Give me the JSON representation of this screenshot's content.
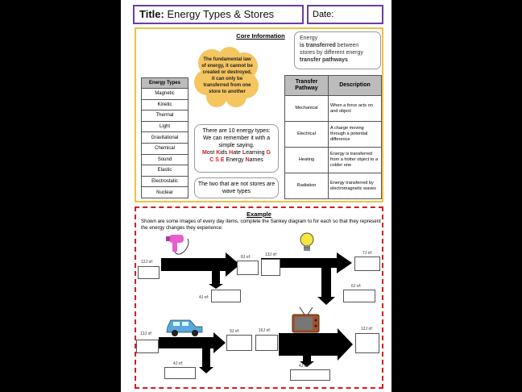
{
  "header": {
    "title_label": "Title:",
    "title_text": "Energy Types & Stores",
    "date_label": "Date:"
  },
  "core": {
    "heading": "Core Information",
    "law_text": "The fundamental law of energy, it cannot be created or destroyed, it can only be transferred from one store to another",
    "transfer_bubble": {
      "p1": "Energy",
      "p2": "is",
      "p3": "transferred",
      "p4": "between stores by different energy",
      "p5": "transfer pathways"
    },
    "types_header": "Energy Types",
    "types": [
      "Magnetic",
      "Kinetic",
      "Thermal",
      "Light",
      "Gravitational",
      "Chemical",
      "Sound",
      "Elastic",
      "Electrostatic",
      "Nuclear"
    ],
    "pathway_headers": [
      "Transfer Pathway",
      "Description"
    ],
    "pathways": [
      {
        "name": "Mechanical",
        "desc": "When a force acts on and object"
      },
      {
        "name": "Electrical",
        "desc": "A charge moving through a potential difference"
      },
      {
        "name": "Heating",
        "desc": "Energy is transferred from a hotter object to a colder one"
      },
      {
        "name": "Radiation",
        "desc": "Energy transferred by electromagnetic waves"
      }
    ],
    "ten_types": {
      "line1": "There are 10 energy types:",
      "line2": "We can remember it with a simple saying.",
      "mnemonic": [
        [
          "M",
          "ost "
        ],
        [
          "K",
          "ids "
        ],
        [
          "H",
          "ate "
        ],
        [
          "L",
          "earning "
        ],
        [
          "G",
          ""
        ],
        [
          "C",
          ""
        ],
        [
          "S",
          ""
        ],
        [
          "E",
          " Energy "
        ],
        [
          "N",
          "ames"
        ]
      ]
    },
    "wave_text": "The two that are not stores are wave types"
  },
  "example": {
    "heading": "Example",
    "instructions": "Shown are some images of every day items, complete the Sankey diagram to for each so that they represent the energy changes they experience:",
    "labels": {
      "hair_in": "12J of:",
      "hair_out": "8J of:",
      "hair_waste": "4J of:",
      "bulb_in": "13J of:",
      "bulb_out": "7J of:",
      "bulb_waste": "6J of:",
      "car_in": "13J of:",
      "car_out": "9J of:",
      "car_waste": "4J of:",
      "tv_in": "16J of:",
      "tv_out": "12J of:",
      "tv_waste": "4J of:"
    }
  },
  "colors": {
    "title_border": "#6b3fa0",
    "core_border": "#f0c040",
    "example_border": "#d91b1b",
    "cloud": "#f5c560",
    "mnemonic_letter": "#d91b1b"
  },
  "icons": [
    "hairdryer-icon",
    "lightbulb-icon",
    "car-icon",
    "tv-icon"
  ]
}
